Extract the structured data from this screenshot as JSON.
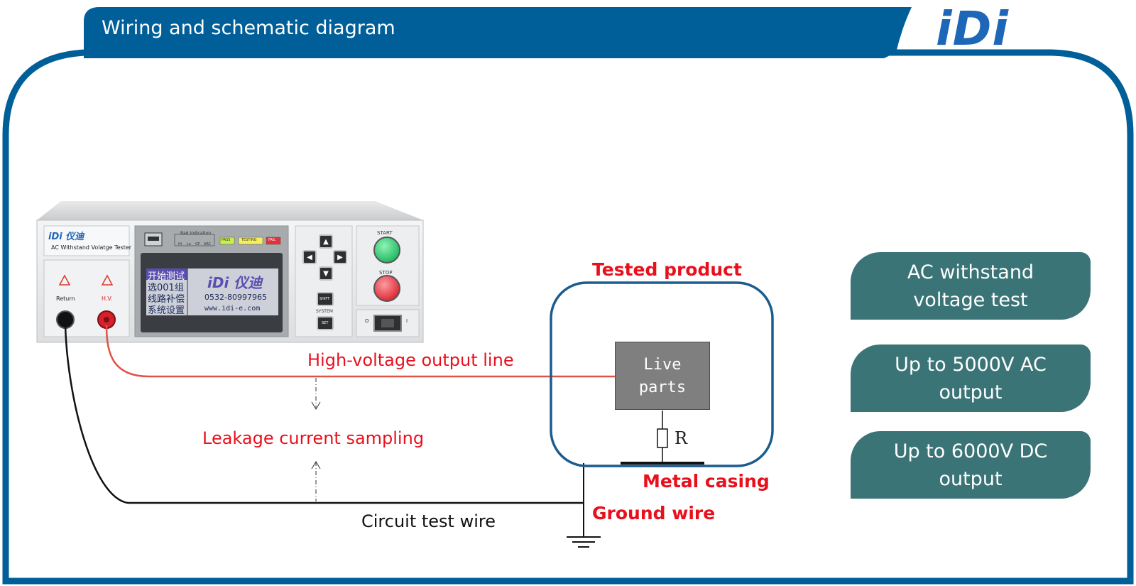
{
  "header": {
    "title": "Wiring and schematic diagram",
    "logo_text": "iDi"
  },
  "colors": {
    "header_bg": "#005f99",
    "frame": "#005f99",
    "red_label": "#e8101c",
    "panel_bg": "#3b7477",
    "logo": "#1e66b8"
  },
  "tester": {
    "brand": "iDi 仪迪",
    "model_name": "AC Withstand Volatge Tester",
    "terminal_return": "Return",
    "terminal_hv": "H.V.",
    "bad_indication": "Bad Indication",
    "indicators": [
      "Hi",
      "Lo",
      "GF",
      "ARC"
    ],
    "lamps": [
      "PASS",
      "TESTING",
      "FAIL"
    ],
    "screen_menu": [
      "开始测试",
      "选001组",
      "线路补偿",
      "系统设置"
    ],
    "screen_brand": "iDi 仪迪",
    "screen_phone": "0532-80997965",
    "screen_web": "www.idi-e.com",
    "key_shift": "SHIFT",
    "key_system": "SYSTEM",
    "key_set": "SET",
    "start_label": "START",
    "stop_label": "STOP",
    "power_off": "O",
    "power_on": "I"
  },
  "diagram": {
    "hv_line": "High-voltage output line",
    "leakage": "Leakage current sampling",
    "circuit_wire": "Circuit test wire",
    "tested_product": "Tested product",
    "live_parts_1": "Live",
    "live_parts_2": "parts",
    "resistor": "R",
    "metal_casing": "Metal casing",
    "ground_wire": "Ground wire"
  },
  "features": [
    {
      "line1": "AC withstand",
      "line2": "voltage test"
    },
    {
      "line1": "Up to 5000V AC",
      "line2": "output"
    },
    {
      "line1": "Up to 6000V DC",
      "line2": "output"
    }
  ]
}
